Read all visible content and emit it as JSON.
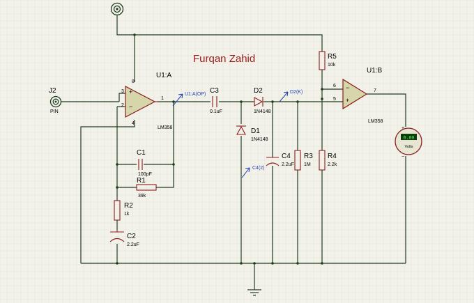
{
  "title": "Furqan Zahid",
  "components": {
    "j2": {
      "ref": "J2",
      "value": "PIN"
    },
    "u1a": {
      "ref": "U1:A",
      "value": "LM358",
      "pins": {
        "p3": "3",
        "p2": "2",
        "p1": "1",
        "p8": "8",
        "p4": "4"
      }
    },
    "u1b": {
      "ref": "U1:B",
      "value": "LM358",
      "pins": {
        "p6": "6",
        "p5": "5",
        "p7": "7"
      }
    },
    "c1": {
      "ref": "C1",
      "value": "100pF"
    },
    "c2": {
      "ref": "C2",
      "value": "2.2uF"
    },
    "c3": {
      "ref": "C3",
      "value": "0.1uF"
    },
    "c4": {
      "ref": "C4",
      "value": "2.2uF"
    },
    "r1": {
      "ref": "R1",
      "value": "39k"
    },
    "r2": {
      "ref": "R2",
      "value": "1k"
    },
    "r3": {
      "ref": "R3",
      "value": "1M"
    },
    "r4": {
      "ref": "R4",
      "value": "2.2k"
    },
    "r5": {
      "ref": "R5",
      "value": "10k"
    },
    "d1": {
      "ref": "D1",
      "value": "1N4148"
    },
    "d2": {
      "ref": "D2",
      "value": "1N4148"
    },
    "voltmeter": {
      "display": "0.00",
      "unit": "Volts",
      "plus": "+",
      "minus": "−"
    }
  },
  "probes": {
    "u1a_op": "U1:A(OP)",
    "d2k": "D2(K)",
    "c42": "C4(2)"
  },
  "colors": {
    "background": "#f2f2ea",
    "wire": "#1f3d1f",
    "component": "#8a1c1c",
    "probe": "#1f3fae",
    "title": "#9a1a1a"
  },
  "icons": {
    "terminal": "pin-terminal-icon",
    "ground": "ground-icon"
  }
}
